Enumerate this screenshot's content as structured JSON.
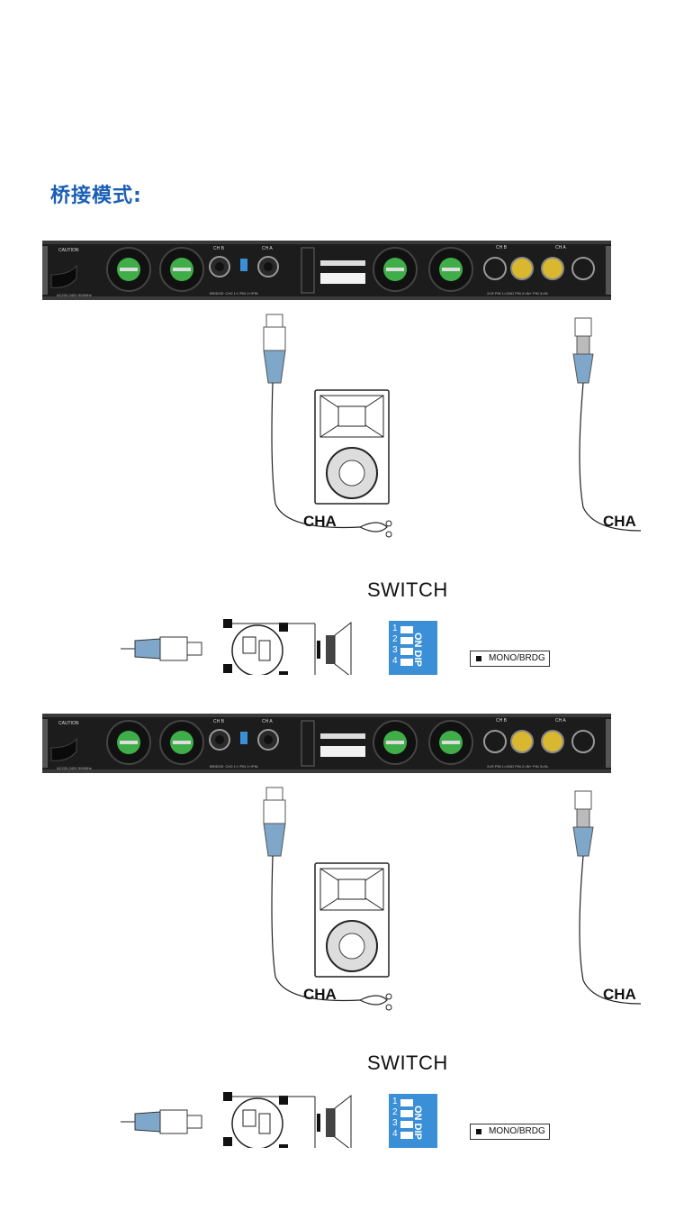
{
  "heading": "桥接模式:",
  "sections": [
    {
      "amp": {
        "caution": "CAUTION",
        "ch_b": "CH B",
        "ch_a": "CH A",
        "bottom_left": "AC220-240V 50/60Hz",
        "bridge_text": "BRIDGE: CH2 1+/ PIN 1+/PIN",
        "xlr_text": "XLR PIN 1=GND   PIN 2=IN+   PIN 3=IN-",
        "ch_b_right": "CH B",
        "ch_a_right": "CH A"
      },
      "left_label": "CHA",
      "right_label": "CHA",
      "switch_title": "SWITCH",
      "dip_label": "ON DIP",
      "dip_numbers": [
        "1",
        "2",
        "3",
        "4"
      ],
      "mode_label": "MONO/BRDG"
    },
    {
      "amp": {
        "caution": "CAUTION",
        "ch_b": "CH B",
        "ch_a": "CH A",
        "bottom_left": "AC220-240V 50/60Hz",
        "bridge_text": "BRIDGE: CH2 1+/ PIN 1+/PIN",
        "xlr_text": "XLR PIN 1=GND   PIN 2=IN+   PIN 3=IN-",
        "ch_b_right": "CH B",
        "ch_a_right": "CH A"
      },
      "left_label": "CHA",
      "right_label": "CHA",
      "switch_title": "SWITCH",
      "dip_label": "ON DIP",
      "dip_numbers": [
        "1",
        "2",
        "3",
        "4"
      ],
      "mode_label": "MONO/BRDG"
    }
  ],
  "colors": {
    "heading": "#1a5fb4",
    "amp_body": "#1c1c1c",
    "fan_green": "#3fae49",
    "xlr_gold": "#d9b830",
    "dip_blue": "#3a8fd6",
    "connector_blue": "#7fa7c9"
  }
}
